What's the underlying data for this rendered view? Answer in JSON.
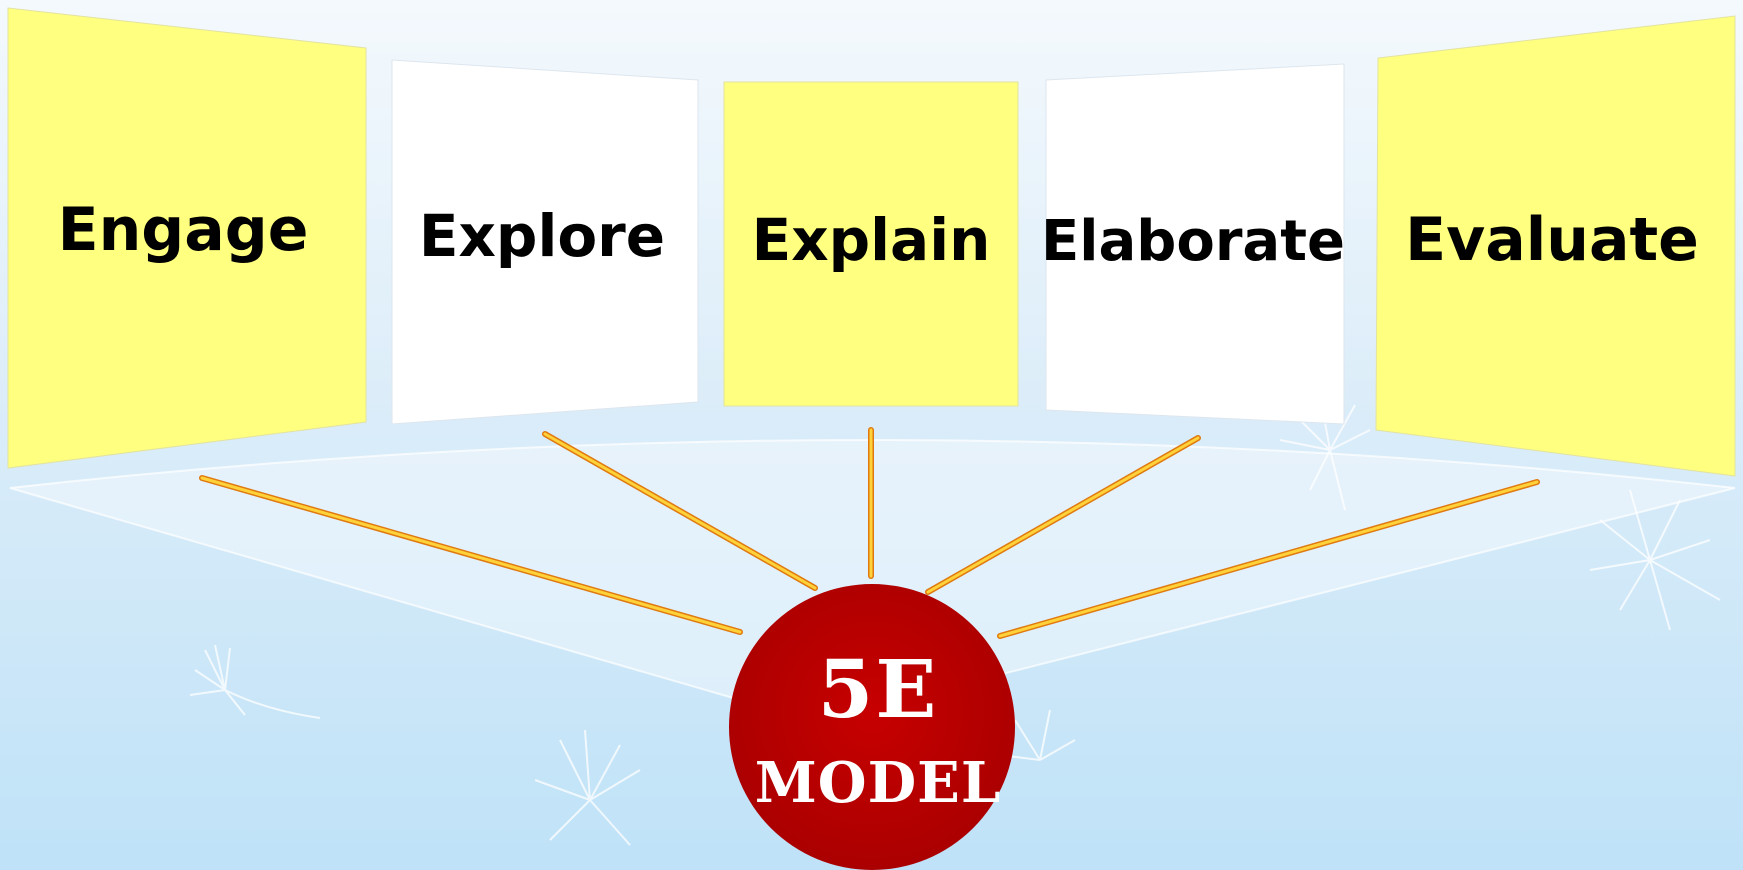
{
  "hub": {
    "line1": "5E",
    "line2": "MODEL"
  },
  "stages": [
    {
      "label": "Engage"
    },
    {
      "label": "Explore"
    },
    {
      "label": "Explain"
    },
    {
      "label": "Elaborate"
    },
    {
      "label": "Evaluate"
    }
  ],
  "colors": {
    "background_top": "#f4f9fd",
    "background_bottom": "#bfe2f8",
    "card_highlight": "#ffff80",
    "card_plain": "#ffffff",
    "connector": "#f2a21c",
    "hub_fill": "#b90000",
    "hub_text": "#ffffff"
  }
}
